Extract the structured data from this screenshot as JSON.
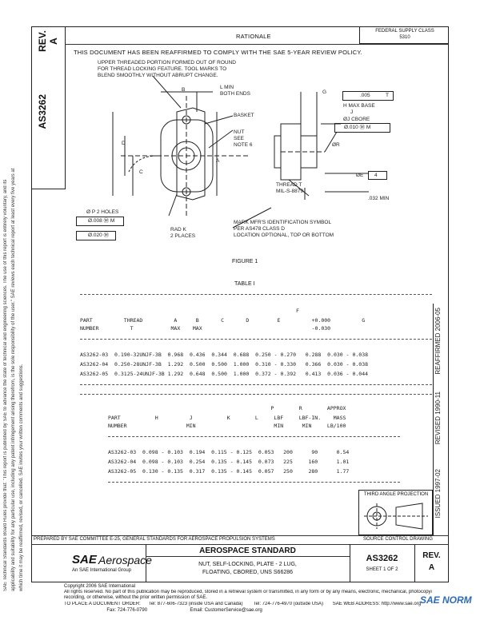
{
  "sidebar": {
    "rev_label": "REV.\nA",
    "doc_id": "AS3262",
    "legal_text": "SAE Technical Standards Board Rules provide that: \"This report is published by SAE to advance the state of technical and engineering sciences. The use of this report is entirely voluntary, and its applicability and suitability for any particular use, including any patent infringement arising therefrom, is the sole responsibility of the user.\" SAE reviews each technical report at least every five years at which time it may be reaffirmed, revised, or cancelled. SAE invites your written comments and suggestions."
  },
  "header": {
    "rationale": "RATIONALE",
    "federal_supply_class_line1": "FEDERAL SUPPLY CLASS",
    "federal_supply_class_line2": "5310",
    "reaffirm_note": "THIS DOCUMENT HAS BEEN REAFFIRMED TO COMPLY WITH THE SAE 5-YEAR REVIEW POLICY."
  },
  "figure": {
    "note_upper_1": "UPPER THREADED PORTION FORMED OUT OF ROUND",
    "note_upper_2": "FOR THREAD LOCKING FEATURE. TOOL MARKS TO",
    "note_upper_3": "BLEND SMOOTHLY WITHOUT ABRUPT CHANGE.",
    "l_min": "L MIN",
    "both_ends": "BOTH ENDS",
    "basket": "BASKET",
    "nut_see_note": "NUT\nSEE\nNOTE 6",
    "thread_t": "THREAD T",
    "mil_spec": "MIL-S-8879",
    "holes": "Ø P 2 HOLES",
    "rad_k": "RAD K",
    "two_places": "2 PLACES",
    "mark_note_1": "MARK MFR'S IDENTIFICATION SYMBOL",
    "mark_note_2": "PER AS478 CLASS D",
    "mark_note_3": "LOCATION OPTIONAL, TOP OR BOTTOM",
    "dim_b": "B",
    "dim_g": "G",
    "dim_d": "D",
    "dim_c": "C",
    "dim_a": "A",
    "dim_e": "ØE",
    "dim_r": "ØR",
    "dim_j": "J",
    "gdt_005": ".005",
    "gdt_t": "T",
    "h_max_base": "H MAX BASE",
    "dj_cbore": "ØJ CBORE",
    "gdt_010": "Ø.010 Ⓜ M",
    "gdt_008": "Ø.008 Ⓜ M",
    "gdt_020": "Ø.020 Ⓜ",
    "gdt_m": "M",
    "gdt_4": "4",
    "min_032": ".032 MIN",
    "caption": "FIGURE 1"
  },
  "table1": {
    "caption": "TABLE I",
    "header_line1": "                                                                     F",
    "header_line2": "PART          THREAD          A      B       C       D         E          +0.000          G",
    "header_line3": "NUMBER          T            MAX    MAX                                   -0.030",
    "rows": [
      "AS3262-03  0.190-32UNJF-3B  0.968  0.436  0.344  0.688  0.250 - 0.270   0.288  0.030 - 0.038",
      "AS3262-04  0.250-28UNJF-3B  1.292  0.500  0.500  1.000  0.310 - 0.330   0.366  0.030 - 0.038",
      "AS3262-05  0.3125-24UNJF-3B 1.292  0.648  0.500  1.000  0.372 - 0.392   0.413  0.036 - 0.044"
    ]
  },
  "table2": {
    "header_line1": "                                                    P        R        APPROX",
    "header_line2": "PART           H          J           K        L     LBF     LBF-IN.    MASS",
    "header_line3": "NUMBER                   MIN                         MIN      MIN     LB/100",
    "rows": [
      "AS3262-03  0.098 - 0.103  0.194  0.115 - 0.125  0.053   200      90      0.54",
      "AS3262-04  0.098 - 0.103  0.254  0.135 - 0.145  0.073   225     160      1.01",
      "AS3262-05  0.130 - 0.135  0.317  0.135 - 0.145  0.057   250     280      1.77"
    ]
  },
  "right_margin": {
    "reaffirmed": "REAFFIRMED 2006-05",
    "revised": "REVISED 1990-11",
    "issued": "ISSUED 1997-02"
  },
  "projection": {
    "label": "THIRD ANGLE PROJECTION"
  },
  "footer": {
    "prepared_by": "PREPARED BY SAE COMMITTEE E-25, GENERAL STANDARDS FOR AEROSPACE PROPULSION SYSTEMS",
    "source_control": "SOURCE CONTROL DRAWING",
    "brand_sae": "SAE",
    "brand_aerospace": "Aerospace",
    "brand_sub": "An SAE International Group",
    "std_title": "AEROSPACE STANDARD",
    "desc_1": "NUT, SELF-LOCKING, PLATE - 2 LUG,",
    "desc_2": "FLOATING, CBORED, UNS S66286",
    "doc_no": "AS3262",
    "sheet": "SHEET 1 OF 2",
    "rev": "REV.",
    "rev_letter": "A"
  },
  "copyright": {
    "line1": "Copyright 2006 SAE International",
    "line2": "All rights reserved. No part of this publication may be reproduced, stored in a retrieval system or transmitted, in any form or by any means, electronic, mechanical, photocopying,",
    "line3": "recording, or otherwise, without the prior written permission of SAE.",
    "line4": "TO PLACE A DOCUMENT ORDER:      Tel: 877-606-7323 (inside USA and Canada)        Tel: 724-776-4970 (outside USA)       SAE WEB ADDRESS: http://www.sae.org",
    "line5": "                                Fax: 724-776-0790                                Email: CustomerService@sae.org",
    "watermark": "SAE NORM"
  }
}
